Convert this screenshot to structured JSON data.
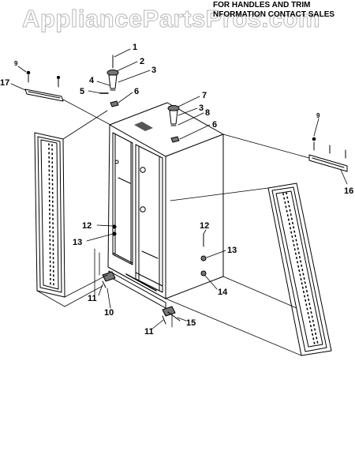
{
  "watermark": "AppliancePartsPros.com",
  "note": {
    "line1": "FOR HANDLES AND TRIM",
    "line2": "NFORMATION CONTACT SALES"
  },
  "callouts": {
    "c1": "1",
    "c2": "2",
    "c3a": "3",
    "c4": "4",
    "c5": "5",
    "c6a": "6",
    "c7": "7",
    "c3b": "3",
    "c8": "8",
    "c6b": "6",
    "c9a": "9",
    "c17": "17",
    "c9b": "9",
    "c16": "16",
    "c12a": "12",
    "c13a": "13",
    "c11a": "11",
    "c10": "10",
    "c12b": "12",
    "c13b": "13",
    "c14": "14",
    "c11b": "11",
    "c15": "15"
  }
}
